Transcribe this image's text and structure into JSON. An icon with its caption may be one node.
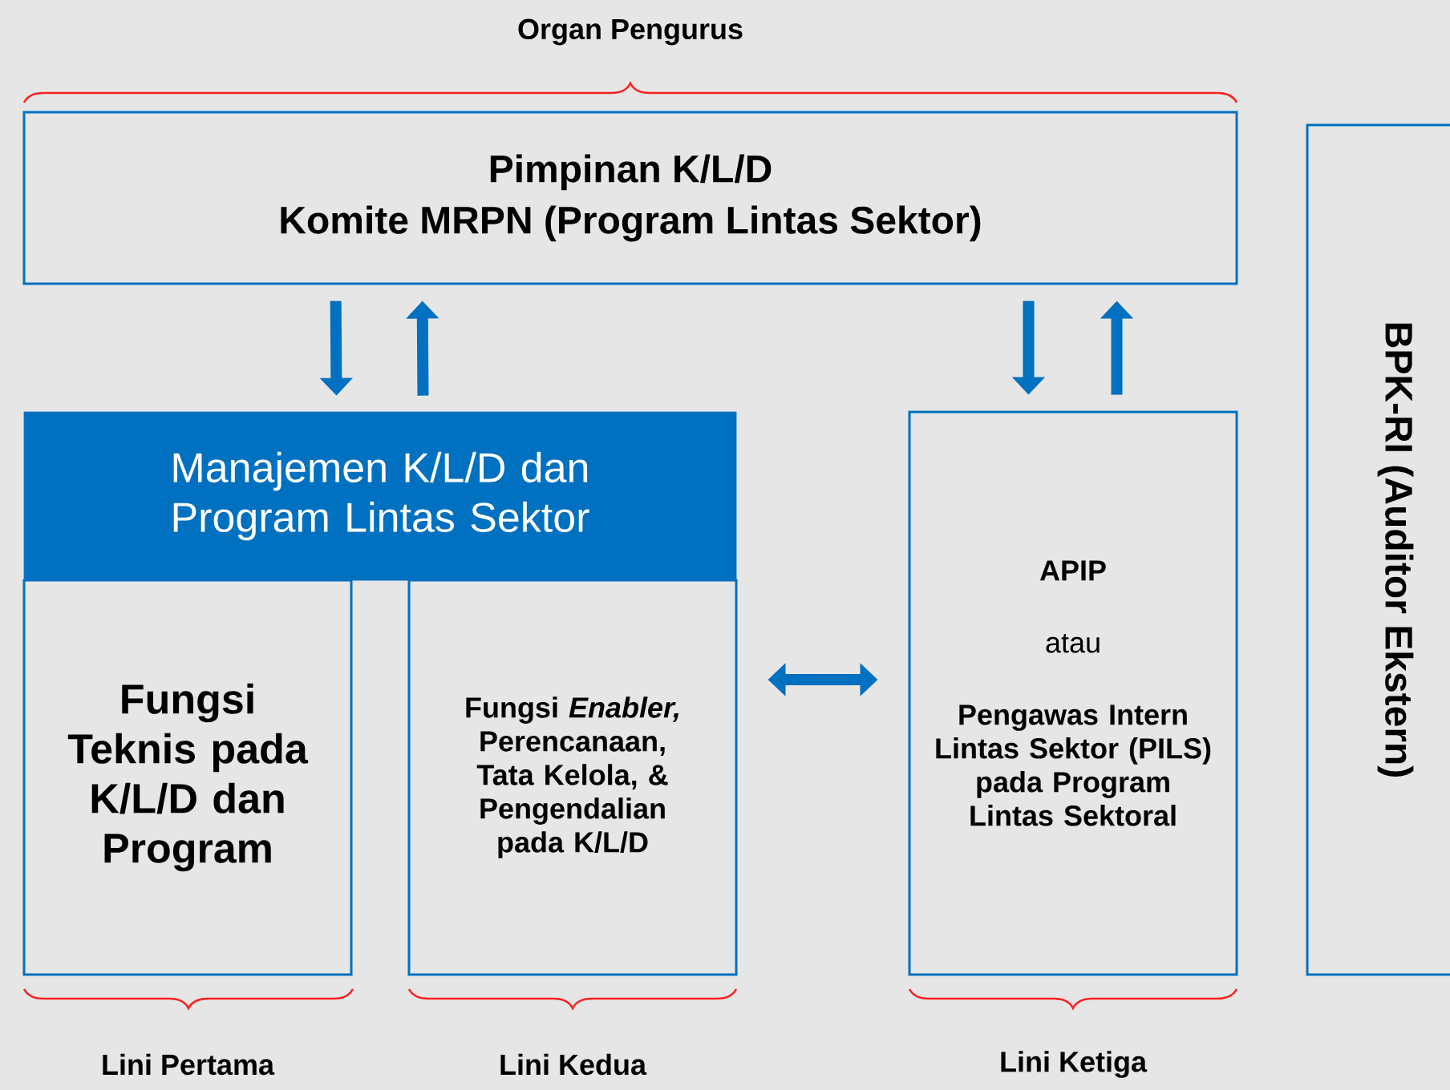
{
  "diagram": {
    "nodes": [
      {
        "text": [
          "Pimpinan K/L/D",
          "Komite MRPN (Program Lintas Sektor)"
        ]
      },
      {
        "text": [
          "Manajemen K/L/D dan Program Lintas Sektor"
        ]
      },
      {
        "text": [
          "Fungsi Teknis pada K/L/D dan Program"
        ]
      },
      {
        "text": [
          "Fungsi *Enabler,* Perencanaan, Tata Kelola, & Pengendalian pada K/L/D"
        ]
      },
      {
        "text": [
          "APIP",
          "atau",
          "Pengawas Intern Lintas Sektor (PILS) pada Program Lintas Sektoral"
        ]
      },
      {
        "text": [
          "BPK-RI (Auditor Ekstern)"
        ]
      }
    ],
    "edges": [
      {
        "from": 0,
        "to": 1,
        "arrow": "to"
      },
      {
        "from": 1,
        "to": 0,
        "arrow": "to"
      },
      {
        "from": 0,
        "to": 4,
        "arrow": "to"
      },
      {
        "from": 4,
        "to": 0,
        "arrow": "to"
      },
      {
        "from": 3,
        "to": 4,
        "arrow": "both"
      }
    ],
    "labels": [
      "Organ Pengurus",
      "Lini Pertama",
      "Lini Kedua",
      "Lini Ketiga"
    ]
  }
}
